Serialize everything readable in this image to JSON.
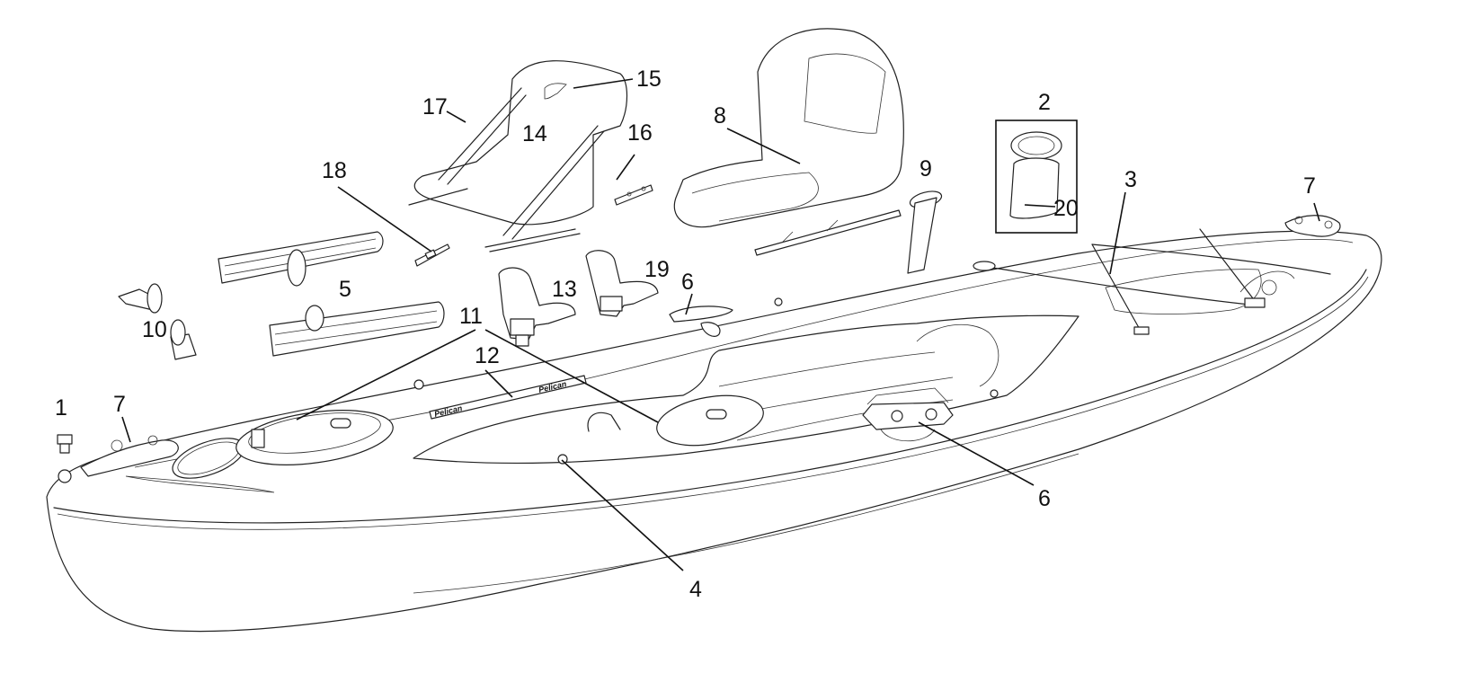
{
  "diagram": {
    "title": "Fishing kayak exploded parts diagram",
    "brand_text": "Pelican",
    "callouts": [
      {
        "id": "1",
        "label": "1",
        "part": "drain plug"
      },
      {
        "id": "2",
        "label": "2",
        "part": "hatch cover (boxed group)"
      },
      {
        "id": "3",
        "label": "3",
        "part": "bungee cords"
      },
      {
        "id": "4",
        "label": "4",
        "part": "deck loop / pad eye"
      },
      {
        "id": "5",
        "label": "5",
        "part": "footrest rails"
      },
      {
        "id": "6a",
        "label": "6",
        "part": "paddle holder (upper)"
      },
      {
        "id": "6b",
        "label": "6",
        "part": "paddle holder (lower)"
      },
      {
        "id": "7a",
        "label": "7",
        "part": "carry handle (bow)"
      },
      {
        "id": "7b",
        "label": "7",
        "part": "carry handle (stern)"
      },
      {
        "id": "8",
        "label": "8",
        "part": "seat"
      },
      {
        "id": "9",
        "label": "9",
        "part": "flush mount rod holder"
      },
      {
        "id": "10",
        "label": "10",
        "part": "footrest pedals"
      },
      {
        "id": "11",
        "label": "11",
        "part": "hatches"
      },
      {
        "id": "12",
        "label": "12",
        "part": "measuring ruler decal"
      },
      {
        "id": "13",
        "label": "13",
        "part": "rod holder"
      },
      {
        "id": "14",
        "label": "14",
        "part": "seat frame"
      },
      {
        "id": "15",
        "label": "15",
        "part": "seat fabric"
      },
      {
        "id": "16",
        "label": "16",
        "part": "seat bracket"
      },
      {
        "id": "17",
        "label": "17",
        "part": "seat support strap"
      },
      {
        "id": "18",
        "label": "18",
        "part": "buckle strap"
      },
      {
        "id": "19",
        "label": "19",
        "part": "rod holder"
      },
      {
        "id": "20",
        "label": "20",
        "part": "storage bag"
      }
    ]
  }
}
